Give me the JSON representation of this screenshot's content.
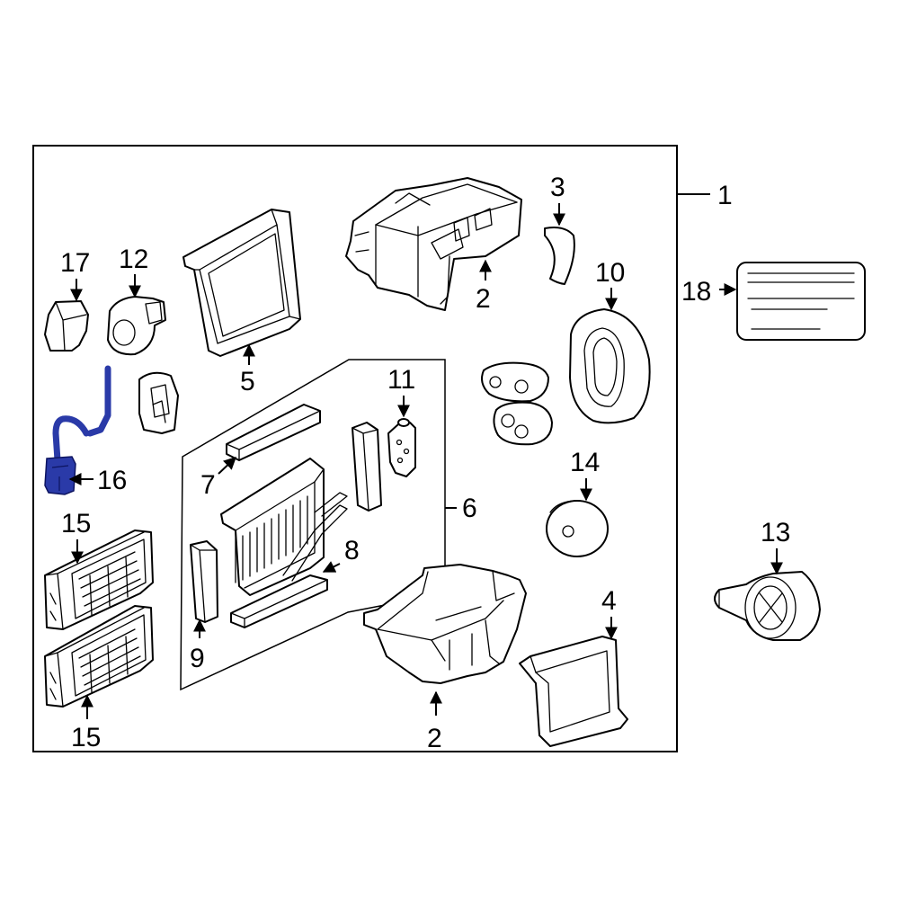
{
  "diagram": {
    "highlight_color": "#2a3aa8",
    "callouts": {
      "c1": "1",
      "c2_top": "2",
      "c2_bottom": "2",
      "c3": "3",
      "c4": "4",
      "c5": "5",
      "c6": "6",
      "c7": "7",
      "c8": "8",
      "c9": "9",
      "c10": "10",
      "c11": "11",
      "c12": "12",
      "c13": "13",
      "c14": "14",
      "c15_top": "15",
      "c15_bottom": "15",
      "c16": "16",
      "c17": "17",
      "c18": "18"
    }
  }
}
